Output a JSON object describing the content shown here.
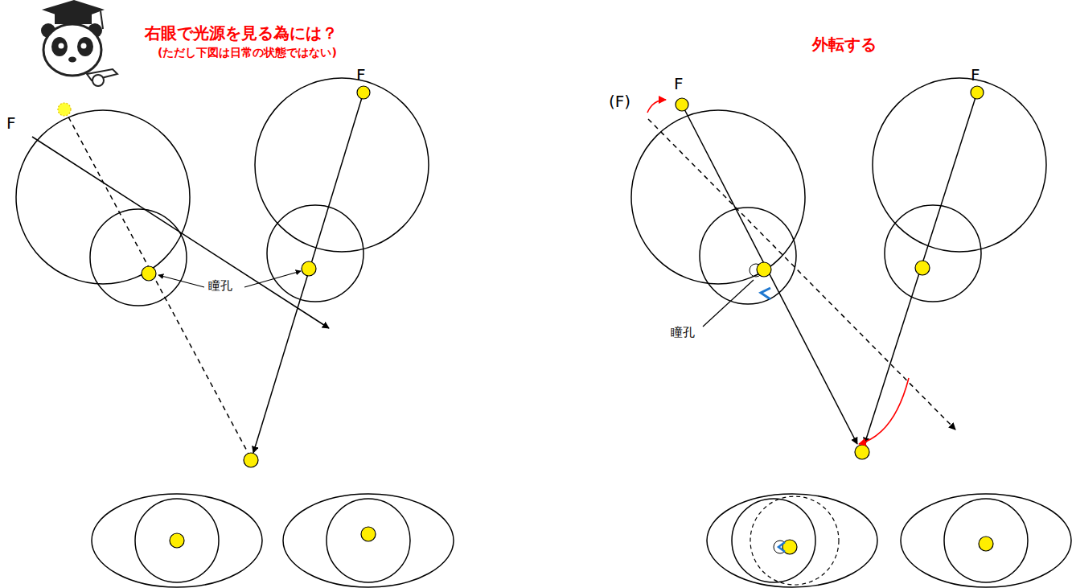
{
  "diagram": {
    "title": "右眼で光源を見る為には？",
    "labels": [
      "(ただし下図は日常の状態ではない)",
      "外転する",
      "F",
      "F",
      "瞳孔",
      "(F)",
      "F",
      "F",
      "瞳孔"
    ]
  }
}
